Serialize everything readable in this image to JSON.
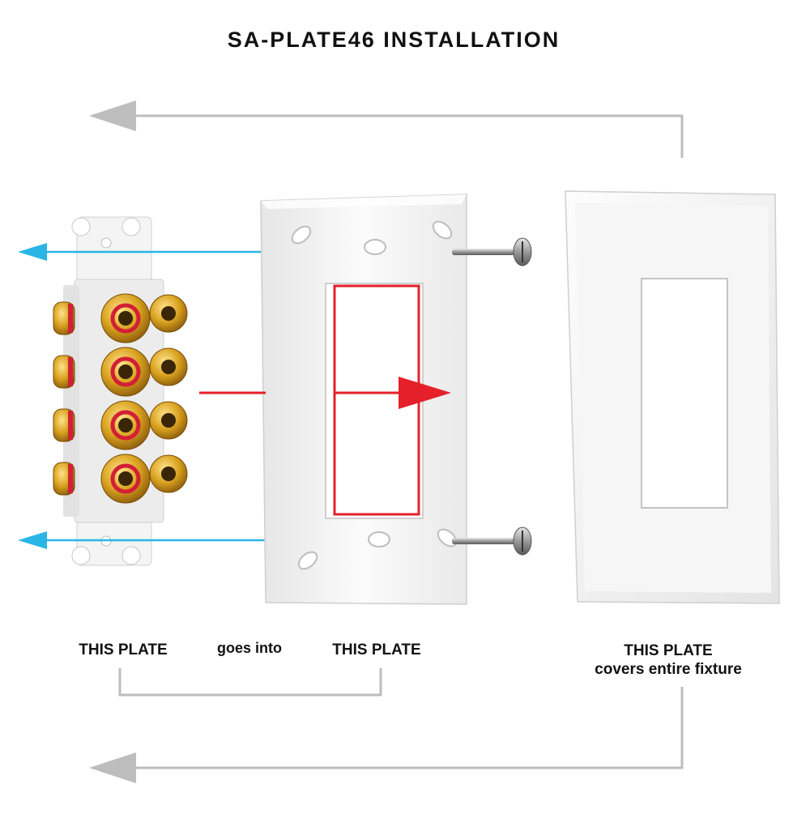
{
  "diagram": {
    "title": "SA-PLATE46 INSTALLATION",
    "labels": {
      "binding_post_plate": "THIS PLATE",
      "relation": "goes into",
      "mounting_plate": "THIS PLATE",
      "cover_plate_line1": "THIS PLATE",
      "cover_plate_line2": "covers entire fixture"
    },
    "binding_posts": {
      "rows": 4,
      "columns": 2
    },
    "screws": 2
  },
  "colors": {
    "arrow_gray": "#bdbdbd",
    "arrow_blue": "#29b6e6",
    "arrow_red": "#e5202a",
    "plate_white": "#f2f2f2",
    "gold": "#d9a21f",
    "red_ring": "#d31f36"
  }
}
